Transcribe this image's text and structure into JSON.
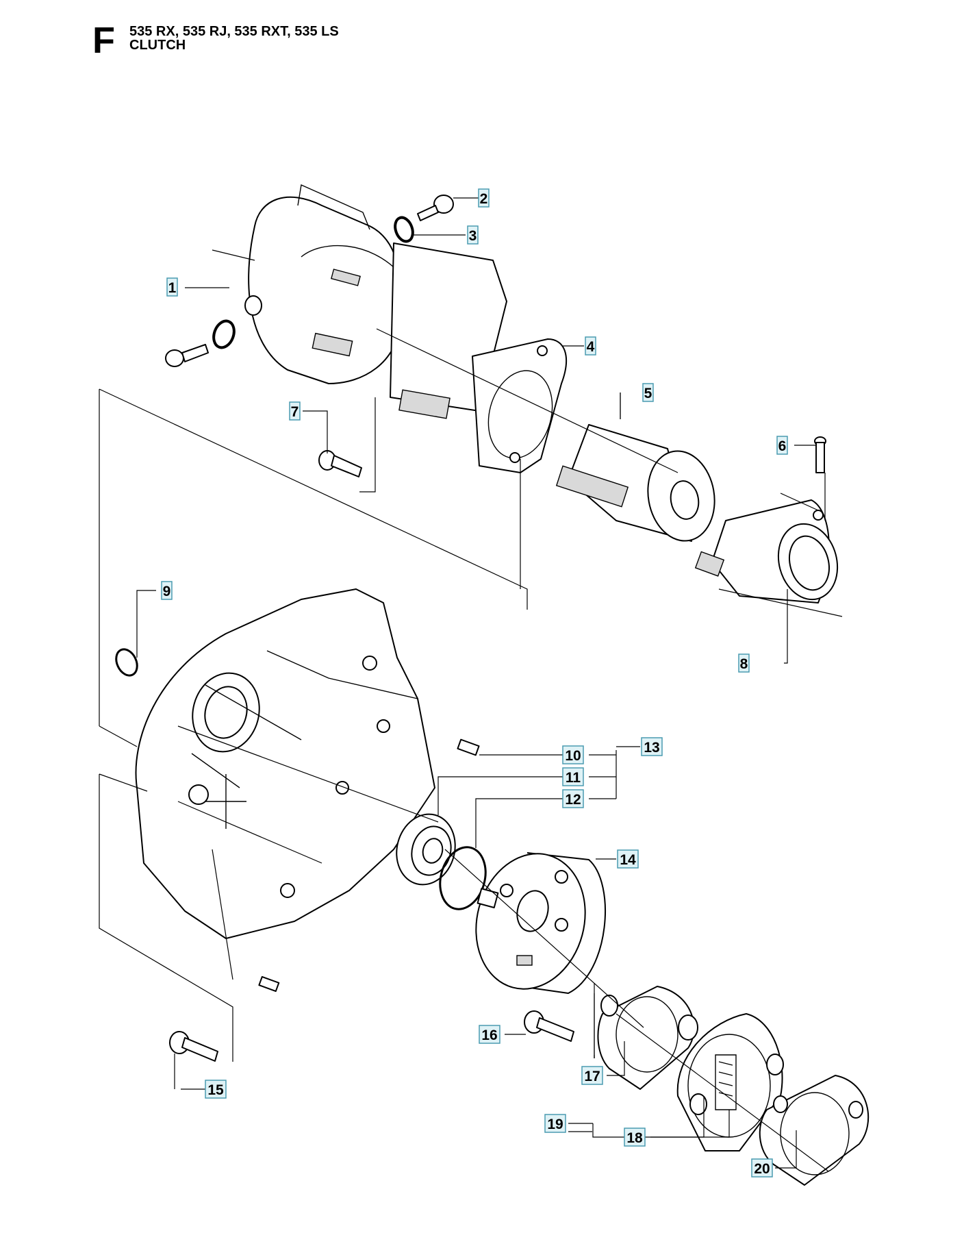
{
  "header": {
    "section_letter": "F",
    "models": "535 RX, 535 RJ, 535 RXT, 535 LS",
    "title": "CLUTCH"
  },
  "colors": {
    "callout_fill": "#dff2f6",
    "callout_border": "#4a9bb0"
  },
  "callouts": [
    "1",
    "2",
    "3",
    "4",
    "5",
    "6",
    "7",
    "8",
    "9",
    "10",
    "11",
    "12",
    "13",
    "14",
    "15",
    "16",
    "17",
    "18",
    "19",
    "20"
  ]
}
